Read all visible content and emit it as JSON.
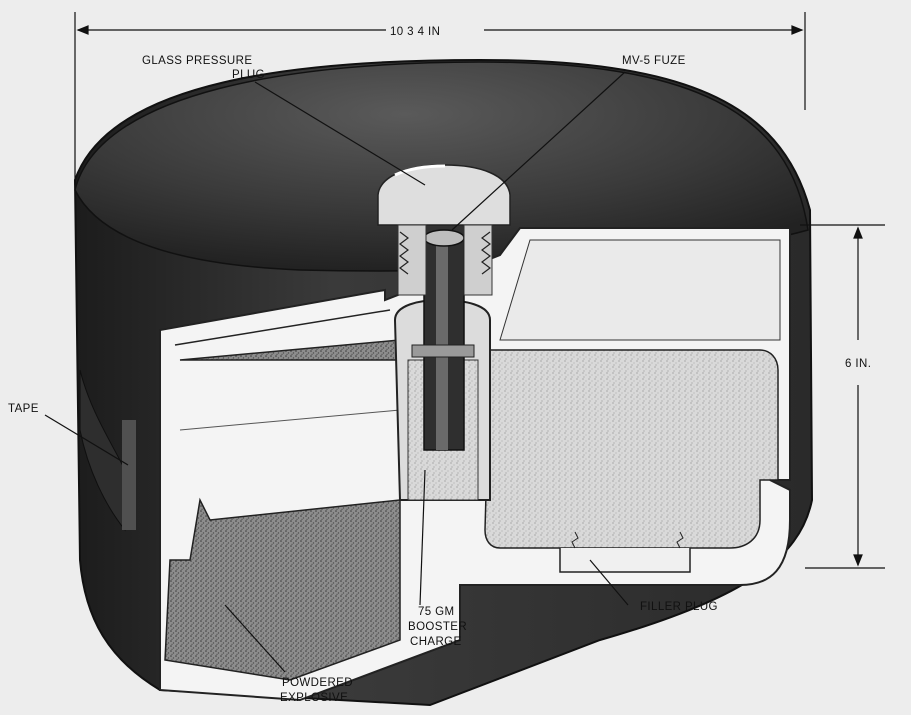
{
  "figure": {
    "dimensions": {
      "width": "10 3 4 IN",
      "height": "6 IN."
    },
    "labels": {
      "glass_pressure_plug_line1": "GLASS PRESSURE",
      "glass_pressure_plug_line2": "PLUG",
      "fuze": "MV-5 FUZE",
      "tape": "TAPE",
      "booster_line1": "75 GM",
      "booster_line2": "BOOSTER",
      "booster_line3": "CHARGE",
      "filler_plug": "FILLER PLUG",
      "explosive_line1": "POWDERED",
      "explosive_line2": "EXPLOSIVE"
    }
  }
}
